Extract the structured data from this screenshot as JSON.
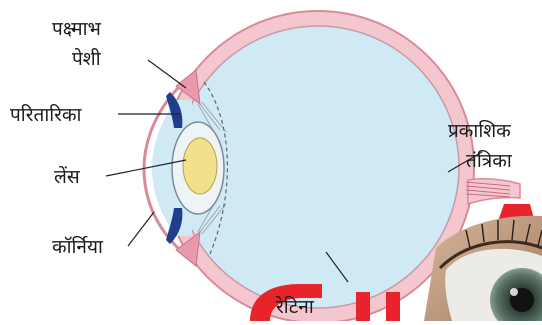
{
  "labels": {
    "ciliary_muscle_line1": "पक्ष्माभ",
    "ciliary_muscle_line2": "पेशी",
    "iris": "परितारिका",
    "lens": "लेंस",
    "cornea": "कॉर्निया",
    "optic_nerve_line1": "प्रकाशिक",
    "optic_nerve_line2": "तंत्रिका",
    "retina": "रेटिना"
  },
  "colors": {
    "outer_wall": "#f4c7ce",
    "wall_stroke": "#d98a98",
    "vitreous": "#cfe9f5",
    "lens_outer": "#eef3f6",
    "lens_core": "#f3e08a",
    "iris": "#1f3f8c",
    "label_line": "#222222",
    "watermark_red": "#e8232b"
  }
}
